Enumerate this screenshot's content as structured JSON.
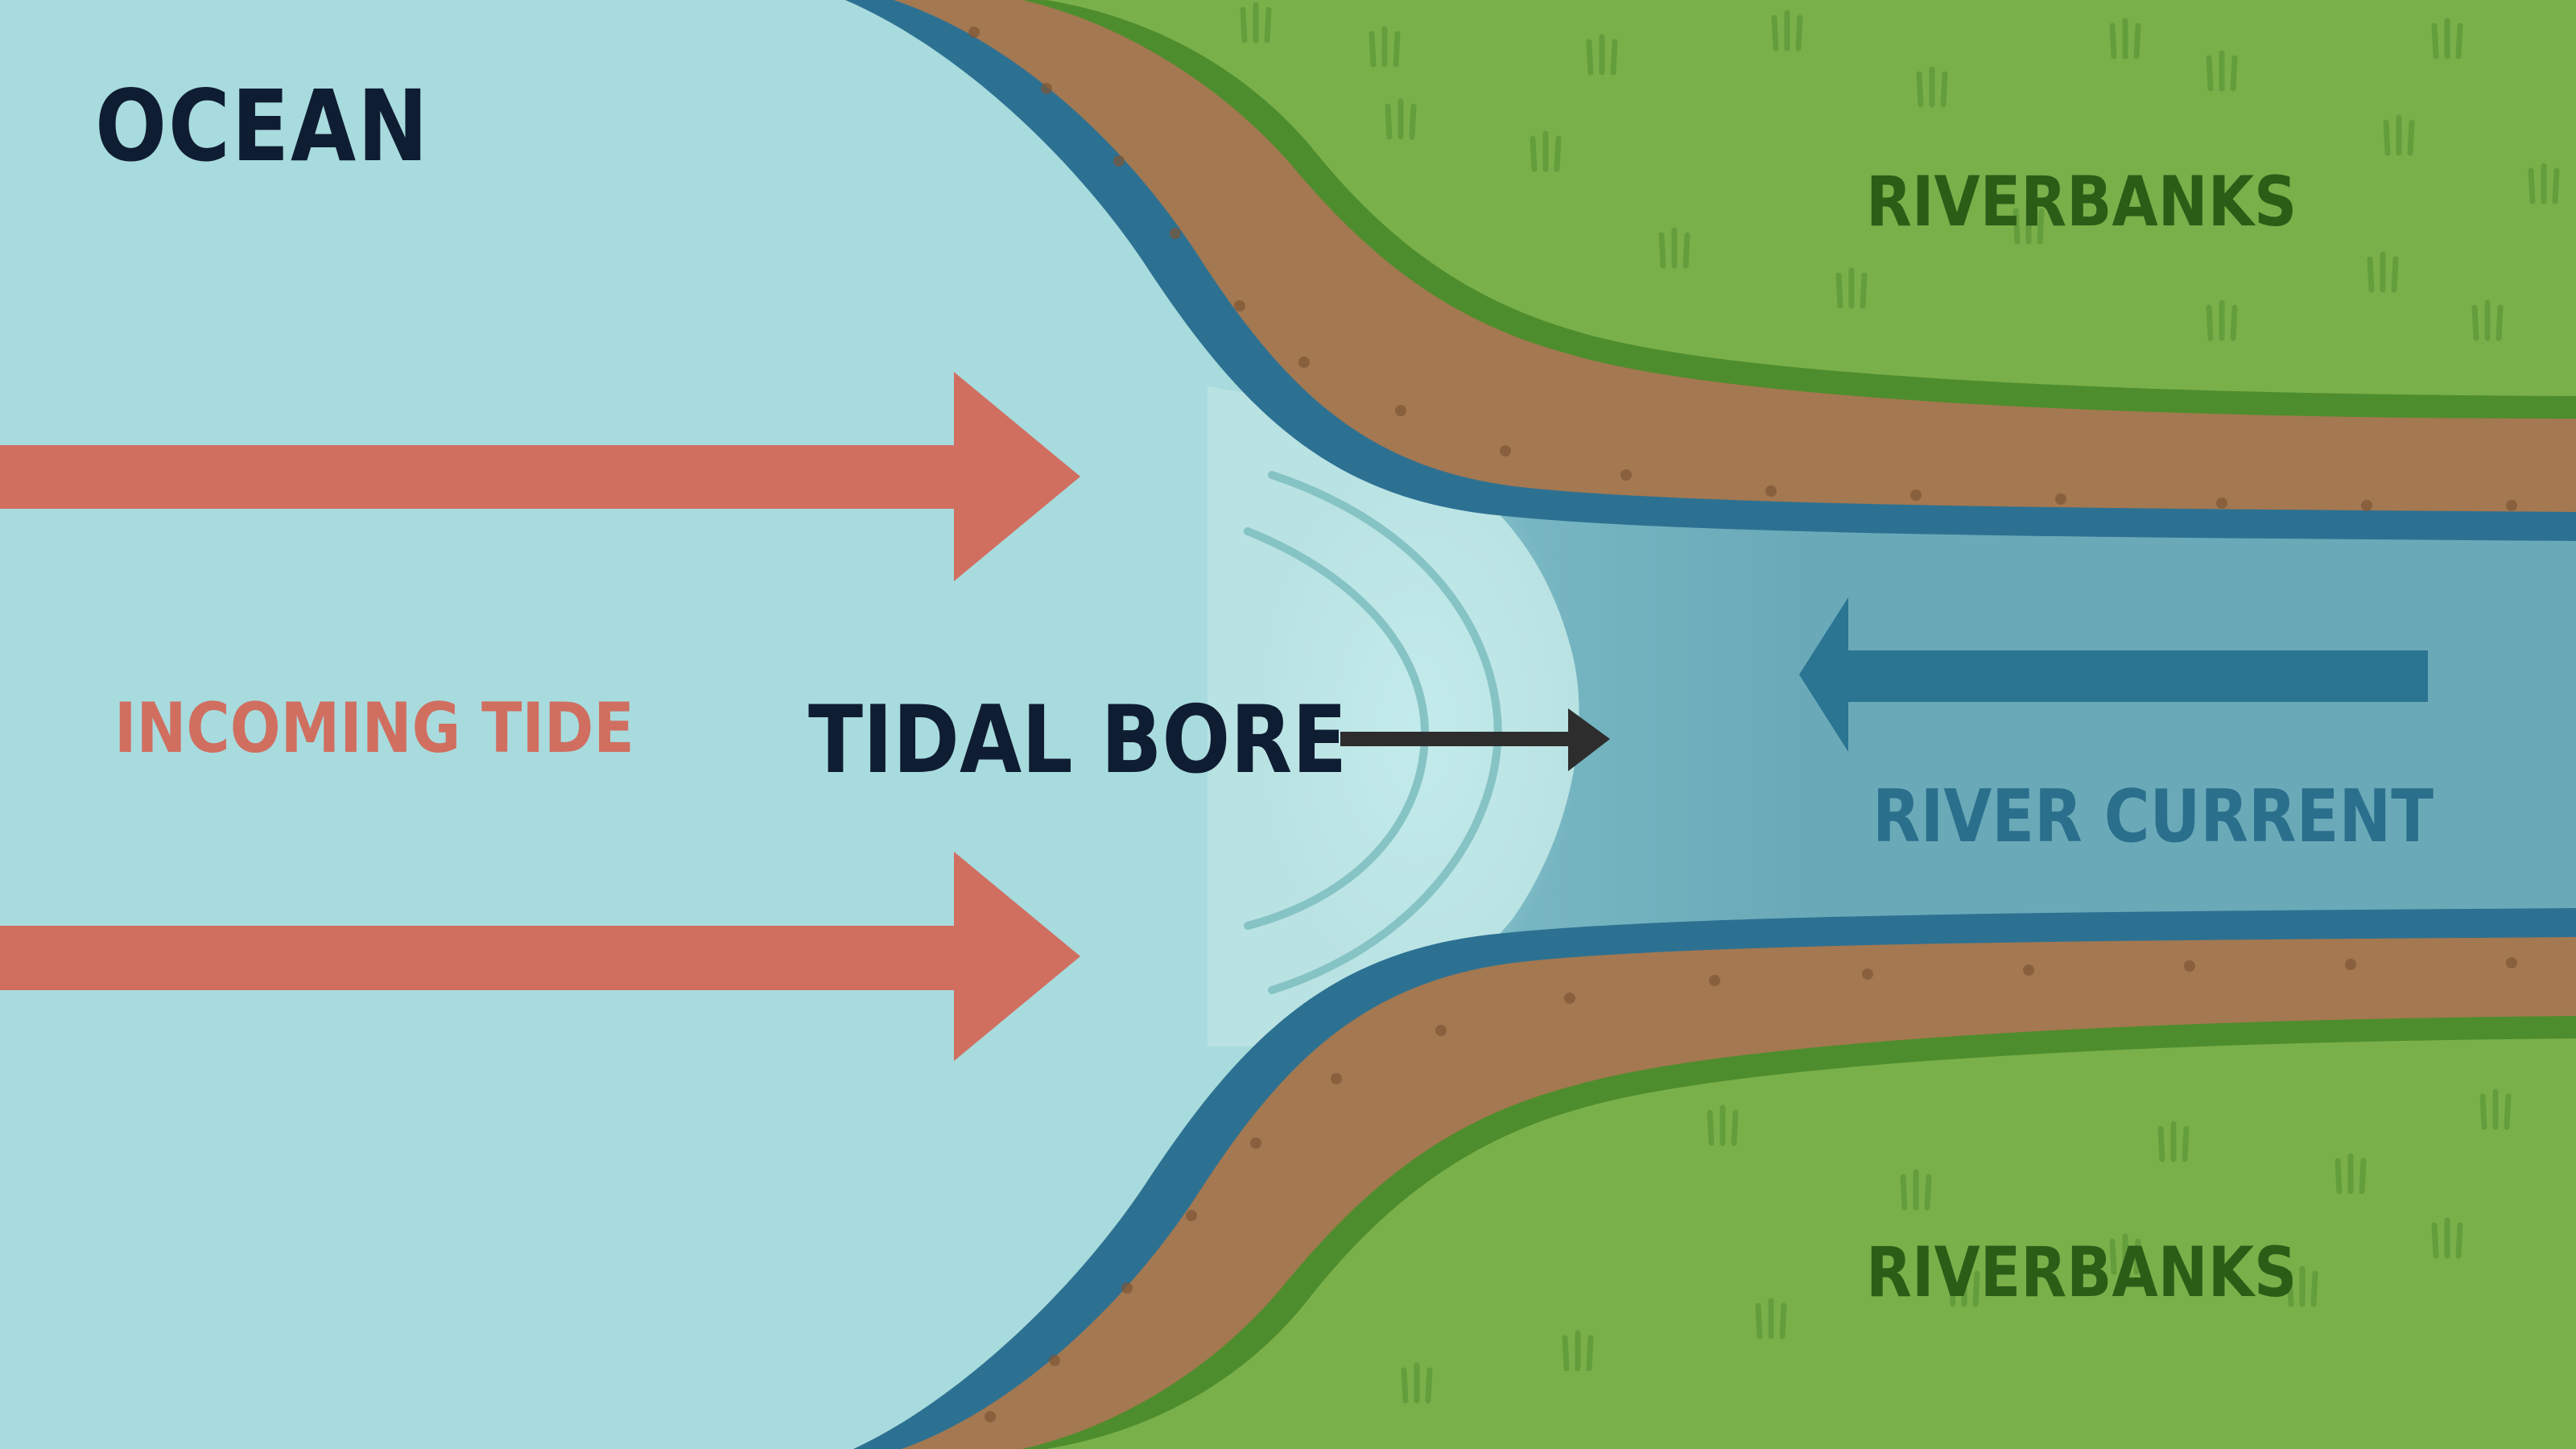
{
  "diagram": {
    "labels": {
      "ocean": "OCEAN",
      "incoming_tide": "INCOMING TIDE",
      "tidal_bore": "TIDAL BORE",
      "river_current": "RIVER CURRENT",
      "riverbanks_top": "RIVERBANKS",
      "riverbanks_bottom": "RIVERBANKS"
    },
    "colors": {
      "ocean_water": "#a8dbdd",
      "river_water": "#6aa9b8",
      "river_edge": "#2d7192",
      "mud_bank": "#a47850",
      "grass": "#7ab04a",
      "grass_edge": "#4e8d2d",
      "tide_arrow": "#d06e60",
      "current_arrow": "#2b7593",
      "bore_pointer": "#2d2d2d",
      "label_dark": "#0f1d33",
      "label_green": "#2c5d17"
    }
  }
}
